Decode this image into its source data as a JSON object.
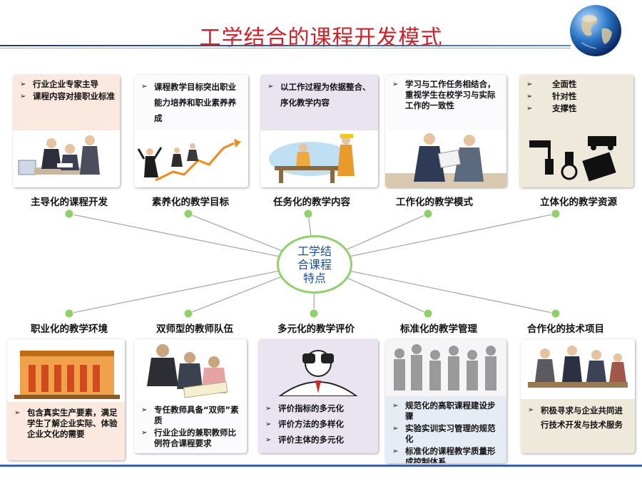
{
  "title": "工学结合的课程开发模式",
  "hub_text": "工学结合课程特点",
  "colors": {
    "title": "#d0202a",
    "node": "#8fd06a",
    "line": "#a8a8b8",
    "hub_text": "#1f4e91",
    "rule": "#3b5fa8"
  },
  "top": [
    {
      "label": "主导化的课程开发",
      "bullets": [
        "行业企业专家主导",
        "课程内容对接职业标准"
      ]
    },
    {
      "label": "素养化的教学目标",
      "bullets": [
        "课程教学目标突出职业能力培养和职业素养养成"
      ]
    },
    {
      "label": "任务化的教学内容",
      "bullets": [
        "以工作过程为依据整合、序化教学内容"
      ]
    },
    {
      "label": "工作化的教学模式",
      "bullets": [
        "学习与工作任务相结合，重视学生在校学习与实际工作的一致性"
      ]
    },
    {
      "label": "立体化的教学资源",
      "bullets": [
        "全面性",
        "针对性",
        "支撑性"
      ]
    }
  ],
  "bottom": [
    {
      "label": "职业化的教学环境",
      "bullets": [
        "包含真实生产要素，满足学生了解企业实际、体验企业文化的需要"
      ]
    },
    {
      "label": "双师型的教师队伍",
      "bullets": [
        "专任教师具备“双师”素质",
        "行业企业的兼职教师比例符合课程要求"
      ]
    },
    {
      "label": "多元化的教学评价",
      "bullets": [
        "评价指标的多元化",
        "评价方法的多样化",
        "评价主体的多元化"
      ]
    },
    {
      "label": "标准化的教学管理",
      "bullets": [
        "规范化的高职课程建设步骤",
        "实验实训实习管理的规范化",
        "标准化的课程教学质量形成控制体系"
      ]
    },
    {
      "label": "合作化的技术项目",
      "bullets": [
        "积极寻求与企业共同进行技术开发与技术服务"
      ]
    }
  ]
}
